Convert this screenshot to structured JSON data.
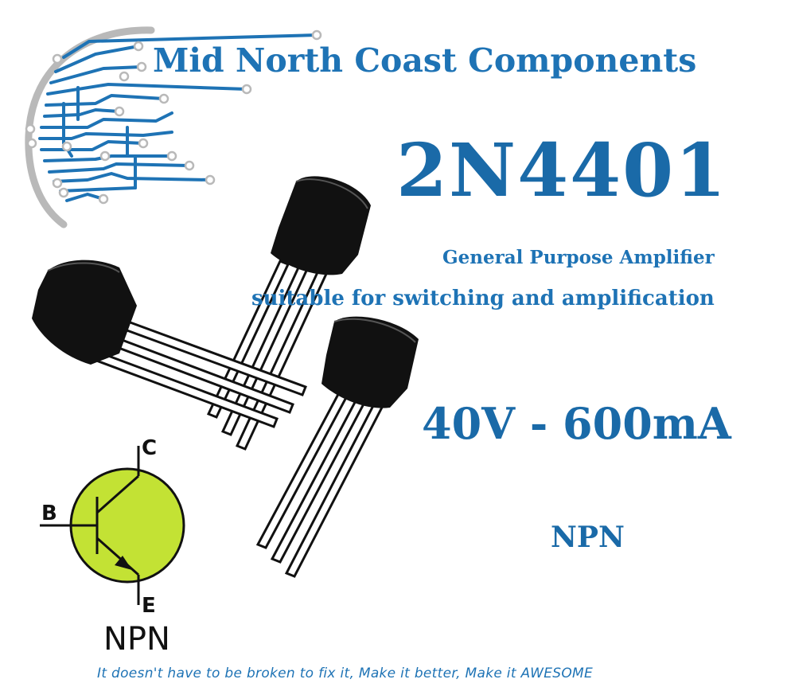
{
  "brand": {
    "name": "Mid North Coast Components"
  },
  "product": {
    "part_number": "2N4401",
    "description_line1": "General Purpose Amplifier",
    "description_line2": "suitable for switching and amplification",
    "rating": "40V - 600mA",
    "type": "NPN"
  },
  "symbol": {
    "collector_label": "C",
    "base_label": "B",
    "emitter_label": "E",
    "polarity_label": "NPN",
    "fill_color": "#c3e234"
  },
  "tagline": "It doesn't have to be broken to fix it, Make it better, Make it AWESOME",
  "colors": {
    "accent": "#1e73b5",
    "logo_arc": "#b9b9b9"
  }
}
